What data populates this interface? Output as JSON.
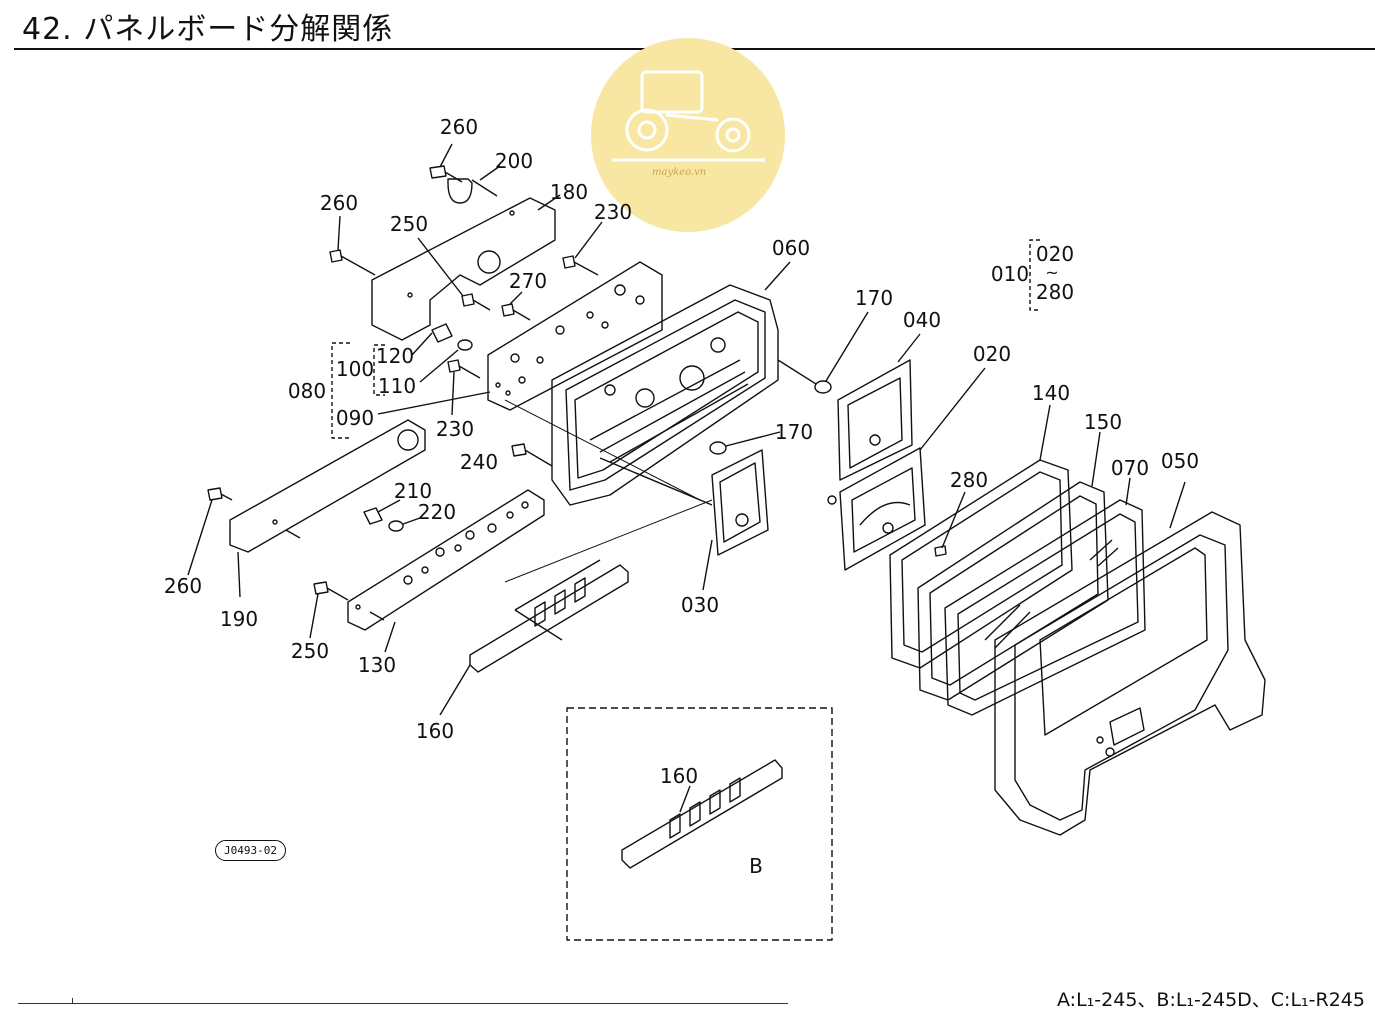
{
  "title": "42. パネルボード分解関係",
  "footer": "A:L₁-245、B:L₁-245D、C:L₁-R245",
  "drawing_code": "J0493-02",
  "watermark": {
    "text": "maykeo.vn",
    "color": "#f7e7a3",
    "icon": "tractor-logo-icon"
  },
  "detail_label": "B",
  "callouts": {
    "c260a": "260",
    "c200": "200",
    "c180": "180",
    "c260b": "260",
    "c250a": "250",
    "c230a": "230",
    "c270": "270",
    "c060": "060",
    "c170a": "170",
    "c040": "040",
    "c010": "010",
    "c020a": "020",
    "c280a": "280",
    "c020b": "020",
    "c120": "120",
    "c100": "100",
    "c110": "110",
    "c080": "080",
    "c090": "090",
    "c230b": "230",
    "c170b": "170",
    "c240": "240",
    "c140": "140",
    "c150": "150",
    "c070": "070",
    "c050": "050",
    "c280b": "280",
    "c210": "210",
    "c220": "220",
    "c260c": "260",
    "c190": "190",
    "c250b": "250",
    "c130": "130",
    "c030": "030",
    "c160a": "160",
    "c160b": "160"
  }
}
